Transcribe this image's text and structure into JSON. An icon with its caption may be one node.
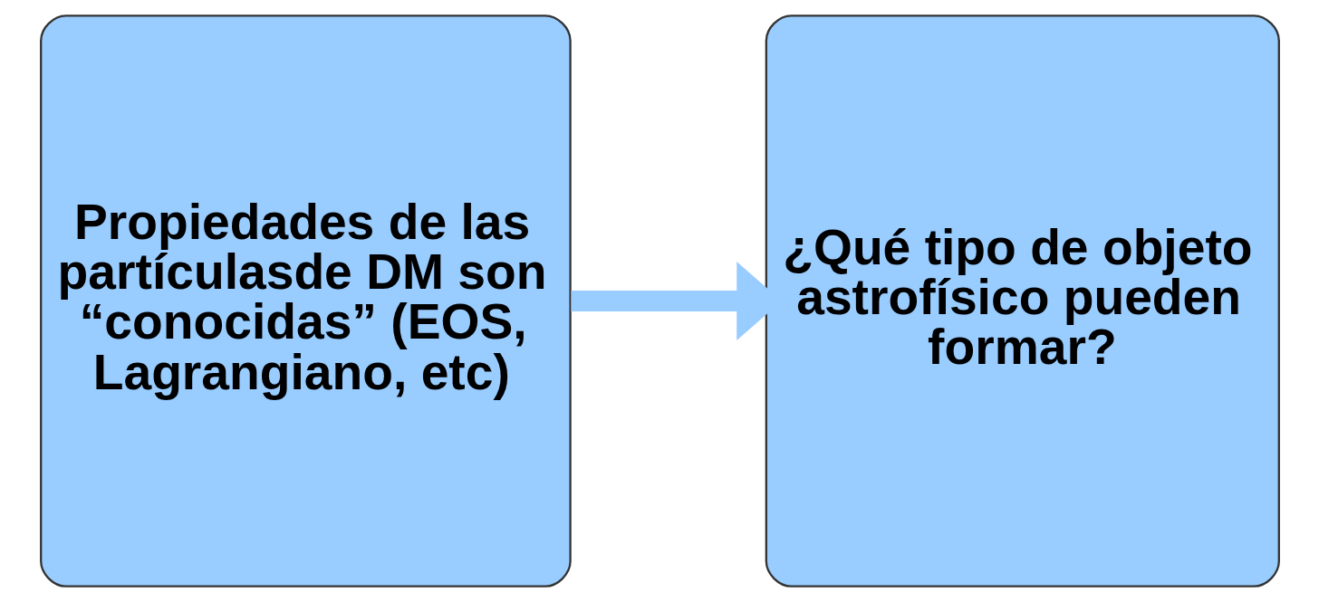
{
  "diagram": {
    "nodes": [
      {
        "text": [
          "Propiedades de las partículasde DM son “conocidas” (EOS, Lagrangiano, etc)"
        ]
      },
      {
        "text": [
          "¿Qué tipo de objeto astrofísico pueden formar?"
        ]
      }
    ],
    "edges": [
      {
        "from": 0,
        "to": 1,
        "arrow": "to"
      }
    ]
  }
}
